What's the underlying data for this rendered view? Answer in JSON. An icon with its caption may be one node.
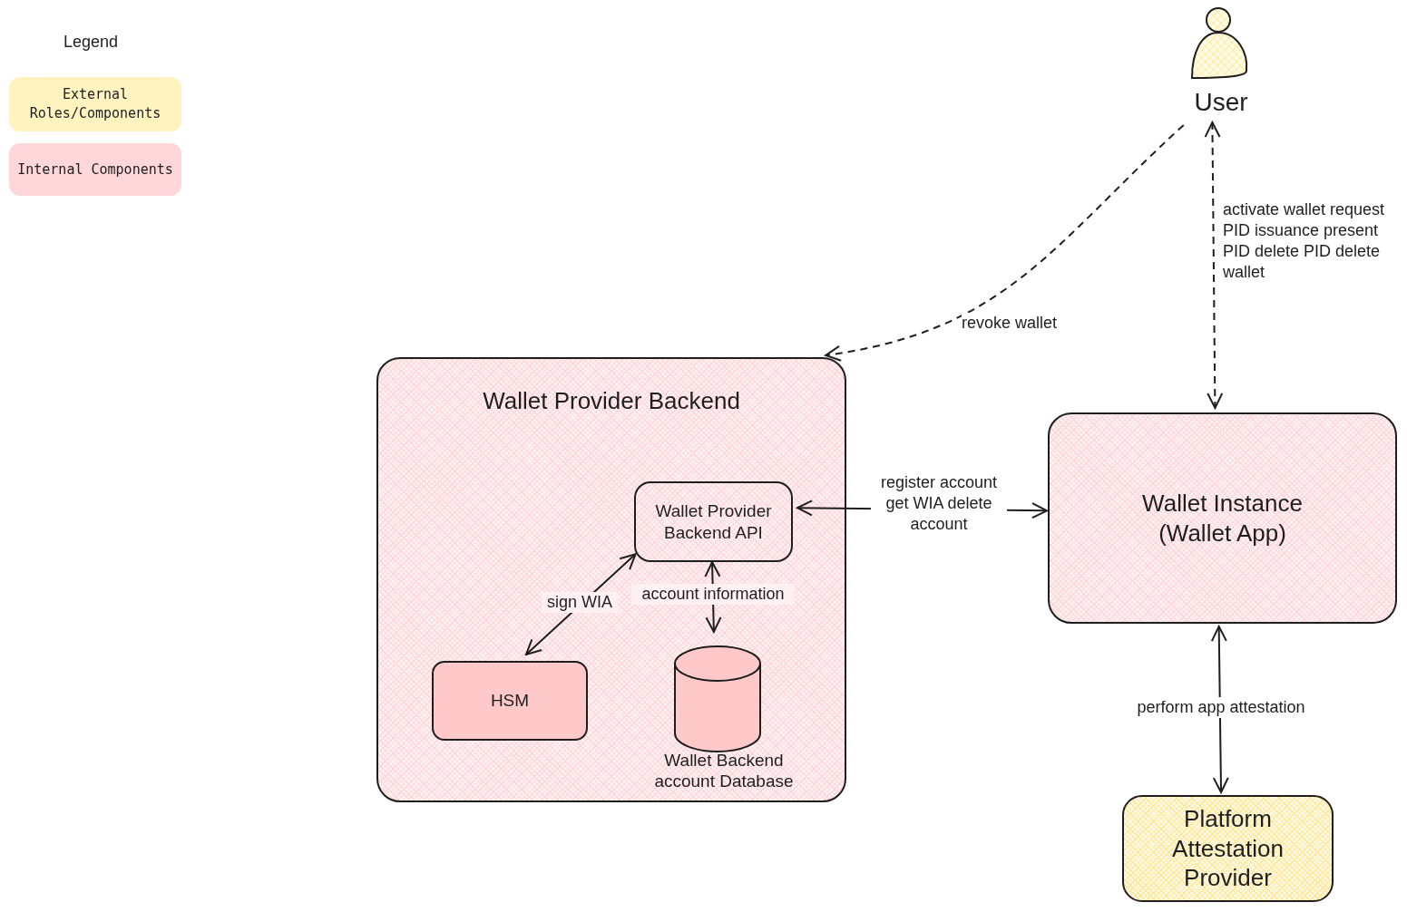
{
  "diagram": {
    "nodes": [
      {
        "text": [
          "User"
        ]
      },
      {
        "text": [
          "Wallet Provider Backend"
        ]
      },
      {
        "text": [
          "Wallet Provider Backend API"
        ],
        "in": 1
      },
      {
        "text": [
          "HSM"
        ],
        "in": 1
      },
      {
        "text": [
          "Wallet Backend account Database"
        ],
        "in": 1
      },
      {
        "text": [
          "Wallet Instance (Wallet App)"
        ]
      },
      {
        "text": [
          "Platform Attestation Provider"
        ]
      }
    ],
    "edges": [
      {
        "from": 0,
        "to": 1,
        "arrow": "to",
        "label": "revoke wallet",
        "style": "dashed"
      },
      {
        "from": 0,
        "to": 5,
        "arrow": "both",
        "label": "activate wallet request PID issuance present PID delete PID delete wallet",
        "style": "dashed"
      },
      {
        "from": 2,
        "to": 5,
        "arrow": "both",
        "label": "register account get WIA delete account"
      },
      {
        "from": 2,
        "to": 3,
        "arrow": "both",
        "label": "sign WIA"
      },
      {
        "from": 2,
        "to": 4,
        "arrow": "both",
        "label": "account information"
      },
      {
        "from": 5,
        "to": 6,
        "arrow": "both",
        "label": "perform app attestation"
      }
    ],
    "labels": [
      "Legend"
    ],
    "legend": [
      {
        "text": "External Roles/Components",
        "color": "#fff3bf"
      },
      {
        "text": "Internal Components",
        "color": "#ffd6d9"
      }
    ]
  }
}
